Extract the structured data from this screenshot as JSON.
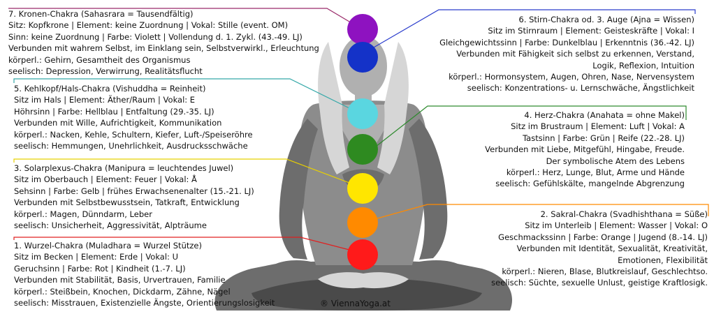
{
  "colors": {
    "crown": "#8e12c0",
    "third_eye": "#1432c8",
    "throat": "#5ad6e0",
    "heart": "#2e8a20",
    "solar": "#ffe600",
    "sacral": "#ff8a00",
    "root": "#ff1a1a",
    "crown_line": "#9a2a6a",
    "third_eye_line": "#2a3ccc",
    "throat_line": "#34a8a8",
    "heart_line": "#2e8a2e",
    "solar_line": "#e8d000",
    "sacral_line": "#ff8a00",
    "root_line": "#e02020"
  },
  "chakras": [
    {
      "key": "crown",
      "icon": "violet-circle",
      "lines": [
        "7. Kronen-Chakra (Sahasrara = Tausendfältig)",
        "Sitz: Kopfkrone | Element: keine Zuordnung | Vokal: Stille (event. OM)",
        "Sinn: keine Zuordnung | Farbe: Violett | Vollendung d. 1. Zykl. (43.-49. LJ)",
        "Verbunden mit wahrem Selbst, im Einklang sein, Selbstverwirkl., Erleuchtung",
        "körperl.: Gehirn, Gesamtheit des Organismus",
        "seelisch: Depression, Verwirrung, Realitätsflucht"
      ]
    },
    {
      "key": "third_eye",
      "icon": "blue-circle",
      "lines": [
        "6. Stirn-Chakra od. 3. Auge (Ajna = Wissen)",
        "Sitz im Stirnraum | Element: Geisteskräfte | Vokal: I",
        "Gleichgewichtssinn | Farbe: Dunkelblau | Erkenntnis (36.-42. LJ)",
        "Verbunden mit Fähigkeit sich selbst zu erkennen, Verstand,",
        "Logik, Reflexion, Intuition",
        "körperl.: Hormonsystem, Augen, Ohren, Nase, Nervensystem",
        "seelisch: Konzentrations- u. Lernschwäche, Ängstlichkeit"
      ]
    },
    {
      "key": "throat",
      "icon": "light-blue-circle",
      "lines": [
        "5. Kehlkopf/Hals-Chakra (Vishuddha = Reinheit)",
        "Sitz im Hals | Element: Äther/Raum | Vokal: E",
        "Höhrsinn | Farbe: Hellblau | Entfaltung (29.-35. LJ)",
        "Verbunden mit Wille, Aufrichtigkeit, Kommunikation",
        "körperl.: Nacken, Kehle, Schultern, Kiefer, Luft-/Speiseröhre",
        "seelisch: Hemmungen, Unehrlichkeit, Ausdrucksschwäche"
      ]
    },
    {
      "key": "heart",
      "icon": "green-circle",
      "lines": [
        "4. Herz-Chakra (Anahata = ohne Makel)",
        "Sitz im Brustraum | Element: Luft | Vokal: A",
        "Tastsinn | Farbe: Grün | Reife (22.-28. LJ)",
        "Verbunden mit Liebe, Mitgefühl, Hingabe, Freude.",
        "Der symbolische Atem des Lebens",
        "körperl.: Herz, Lunge, Blut, Arme und Hände",
        "seelisch: Gefühlskälte, mangelnde Abgrenzung"
      ]
    },
    {
      "key": "solar",
      "icon": "yellow-circle",
      "lines": [
        "3. Solarplexus-Chakra (Manipura = leuchtendes Juwel)",
        "Sitz im Oberbauch | Element: Feuer | Vokal: Å",
        "Sehsinn | Farbe: Gelb | frühes Erwachsenenalter (15.-21. LJ)",
        "Verbunden mit Selbstbewusstsein, Tatkraft, Entwicklung",
        "körperl.: Magen, Dünndarm, Leber",
        "seelisch: Unsicherheit, Aggressivität, Alpträume"
      ]
    },
    {
      "key": "sacral",
      "icon": "orange-circle",
      "lines": [
        "2. Sakral-Chakra (Svadhishthana = Süße)",
        "Sitz im Unterleib | Element: Wasser | Vokal: O",
        "Geschmackssinn | Farbe: Orange | Jugend (8.-14. LJ)",
        "Verbunden mit Identität, Sexualität, Kreativität,",
        "Emotionen, Flexibilität",
        "körperl.: Nieren, Blase, Blutkreislauf, Geschlechtso.",
        "seelisch: Süchte, sexuelle Unlust, geistige Kraftlosigk."
      ]
    },
    {
      "key": "root",
      "icon": "red-circle",
      "lines": [
        "1. Wurzel-Chakra (Muladhara = Wurzel Stütze)",
        "Sitz im Becken | Element: Erde | Vokal: U",
        "Geruchsinn | Farbe: Rot | Kindheit (1.-7. LJ)",
        "Verbunden mit Stabilität, Basis, Urvertrauen, Familie",
        "körperl.: Steißbein, Knochen, Dickdarm, Zähne, Nägel",
        "seelisch: Misstrauen, Existenzielle Ängste, Orientierungslosigkeit"
      ]
    }
  ],
  "copyright": "® ViennaYoga.at"
}
